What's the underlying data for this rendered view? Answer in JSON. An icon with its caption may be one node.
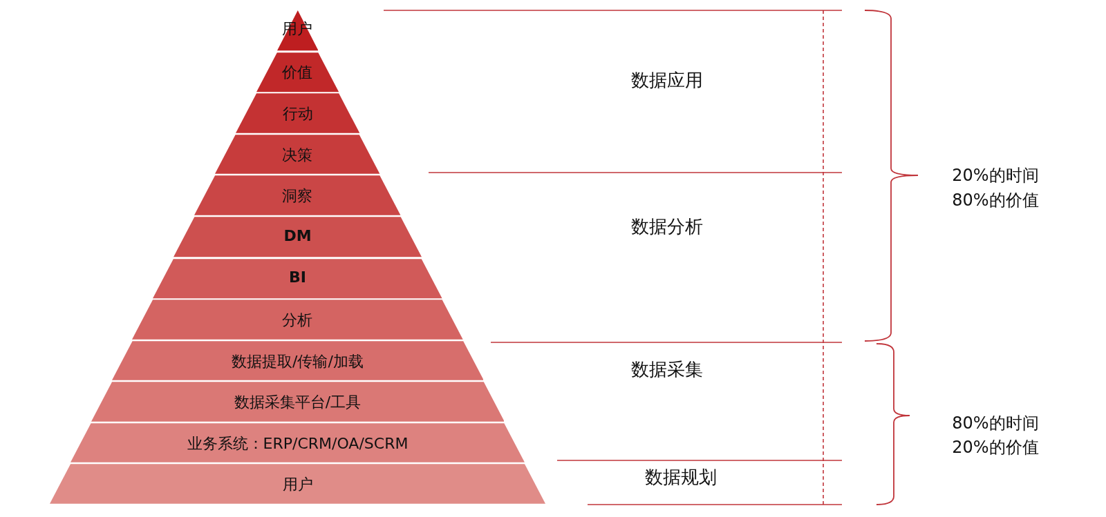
{
  "diagram": {
    "nodes": [
      {
        "text": [
          "用户"
        ]
      },
      {
        "text": [
          "价值"
        ]
      },
      {
        "text": [
          "行动"
        ]
      },
      {
        "text": [
          "决策"
        ]
      },
      {
        "text": [
          "洞察"
        ]
      },
      {
        "text": [
          "DM"
        ]
      },
      {
        "text": [
          "BI"
        ]
      },
      {
        "text": [
          "分析"
        ]
      },
      {
        "text": [
          "数据提取/传输/加载"
        ]
      },
      {
        "text": [
          "数据采集平台/工具"
        ]
      },
      {
        "text": [
          "业务系统：ERP/CRM/OA/SCRM"
        ]
      },
      {
        "text": [
          "用户"
        ]
      }
    ],
    "labels": [
      "数据应用",
      "20%的时间",
      "80%的价值",
      "数据分析",
      "数据采集",
      "80%的时间",
      "20%的价值",
      "数据规划"
    ]
  }
}
